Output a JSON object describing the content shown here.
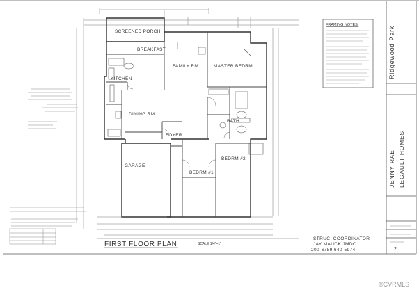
{
  "plan": {
    "title": "FIRST FLOOR PLAN",
    "scale": "SCALE 1/4\"=1'",
    "rooms": {
      "screened_porch": "SCREENED PORCH",
      "breakfast": "BREAKFAST",
      "family_rm": "FAMILY RM.",
      "master_bedrm": "MASTER BEDRM.",
      "kitchen": "KITCHEN",
      "dining_rm": "DINING RM.",
      "foyer": "FOYER",
      "bath": "BATH",
      "bedrm_2": "BEDRM #2",
      "garage": "GARAGE",
      "bedrm_1": "BEDRM #1"
    }
  },
  "framing_notes": {
    "title": "FRAMING NOTES:"
  },
  "coordinator": {
    "line1": "STRUC. COORDINATOR",
    "line2": "JAY MAUCK JMDC",
    "line3": "200-6789  640-5974"
  },
  "title_block": {
    "project": "Ridgewood Park",
    "client": "JENNY RAE",
    "company": "LEGAULT HOMES",
    "sheet_number": "2"
  },
  "watermark": "©CVRMLS"
}
